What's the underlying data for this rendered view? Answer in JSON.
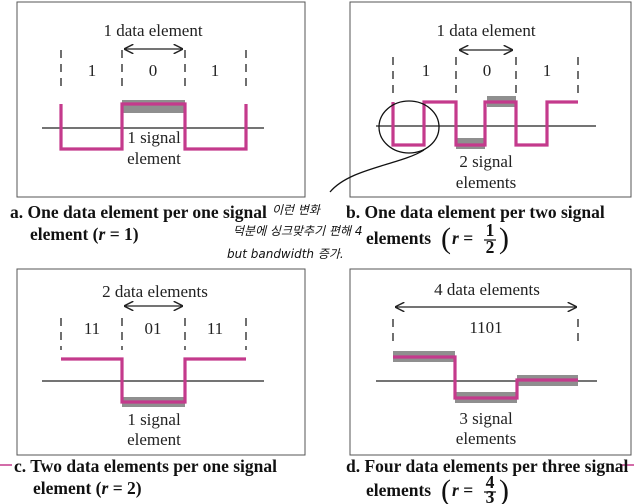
{
  "panel_a": {
    "header": "1 data element",
    "bits": [
      "1",
      "0",
      "1"
    ],
    "signal_label_1": "1 signal",
    "signal_label_2": "element",
    "caption_1": "a. One data element per one signal",
    "caption_2": "element (",
    "caption_r": "r",
    "caption_eq": " = 1)"
  },
  "panel_b": {
    "header": "1 data element",
    "bits": [
      "1",
      "0",
      "1"
    ],
    "signal_label_1": "2 signal",
    "signal_label_2": "elements",
    "caption_1": "b. One data element per two signal",
    "caption_2": "elements",
    "caption_r": "r",
    "caption_eq": " = ",
    "frac_num": "1",
    "frac_den": "2"
  },
  "panel_c": {
    "header": "2 data elements",
    "bits": [
      "11",
      "01",
      "11"
    ],
    "signal_label_1": "1 signal",
    "signal_label_2": "element",
    "caption_1": "c. Two data elements per one signal",
    "caption_2": "element (",
    "caption_r": "r",
    "caption_eq": " = 2)"
  },
  "panel_d": {
    "header": "4 data elements",
    "bits": [
      "1101"
    ],
    "signal_label_1": "3 signal",
    "signal_label_2": "elements",
    "caption_1": "d. Four data elements per three signal",
    "caption_2": "elements",
    "caption_r": "r",
    "caption_eq": " = ",
    "frac_num": "4",
    "frac_den": "3"
  },
  "handwritten_notes": {
    "line_1": "이런 변화",
    "line_2": "덕분에  싱크맞추기 편해 4",
    "line_3": "but   bandwidth 증가."
  },
  "colors": {
    "signal": "#c43a8c",
    "band": "#8f8f8f",
    "frame": "#555555"
  }
}
